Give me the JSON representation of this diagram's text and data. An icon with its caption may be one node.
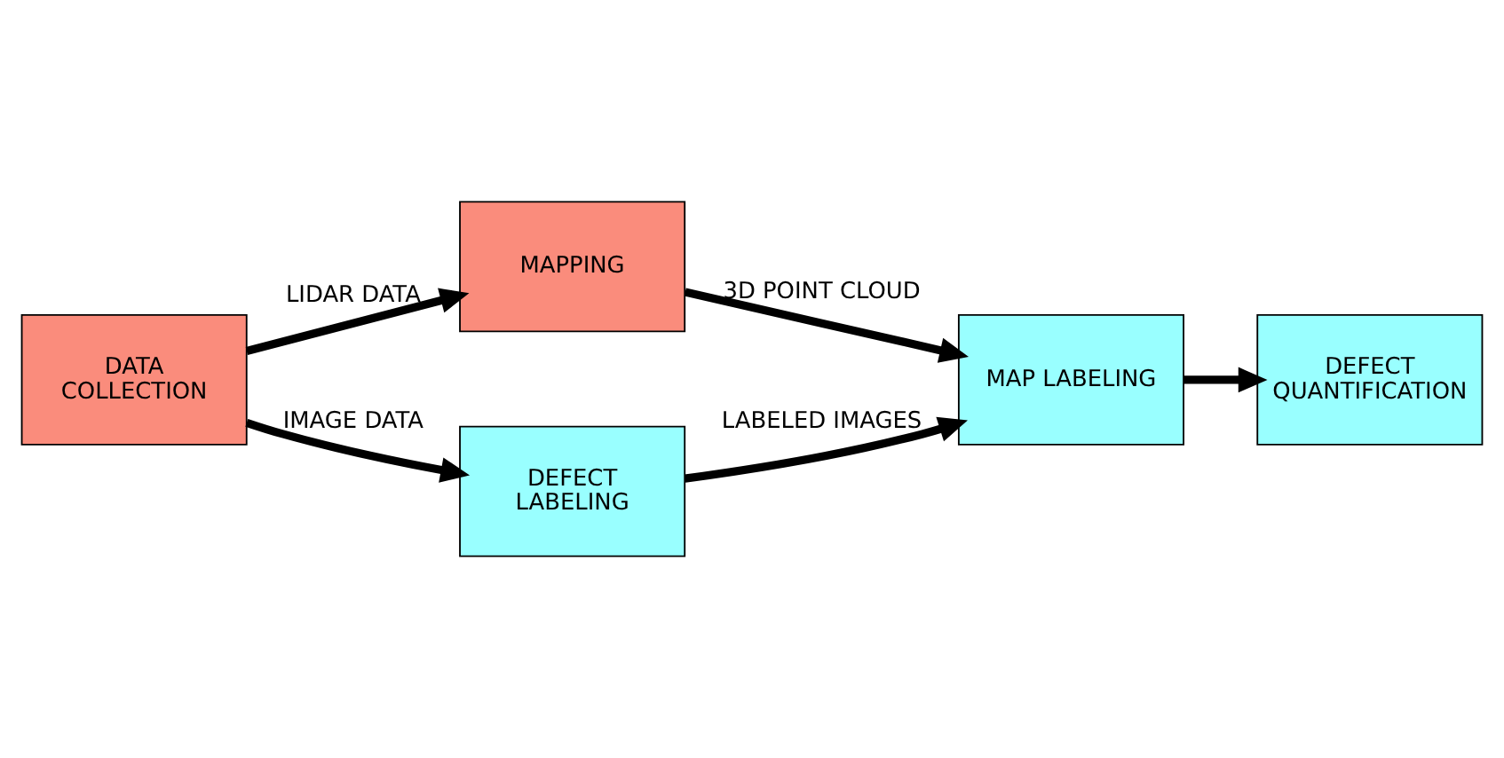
{
  "diagram": {
    "nodes": [
      {
        "text": [
          "DATA COLLECTION"
        ]
      },
      {
        "text": [
          "MAPPING"
        ]
      },
      {
        "text": [
          "DEFECT LABELING"
        ]
      },
      {
        "text": [
          "MAP LABELING"
        ]
      },
      {
        "text": [
          "DEFECT QUANTIFICATION"
        ]
      }
    ],
    "edges": [
      {
        "from": 0,
        "to": 1,
        "arrow": "to",
        "label": "LIDAR DATA"
      },
      {
        "from": 0,
        "to": 2,
        "arrow": "to",
        "label": "IMAGE DATA"
      },
      {
        "from": 1,
        "to": 3,
        "arrow": "to",
        "label": "3D POINT CLOUD"
      },
      {
        "from": 2,
        "to": 3,
        "arrow": "to",
        "label": "LABELED IMAGES"
      },
      {
        "from": 3,
        "to": 4,
        "arrow": "to"
      }
    ]
  }
}
